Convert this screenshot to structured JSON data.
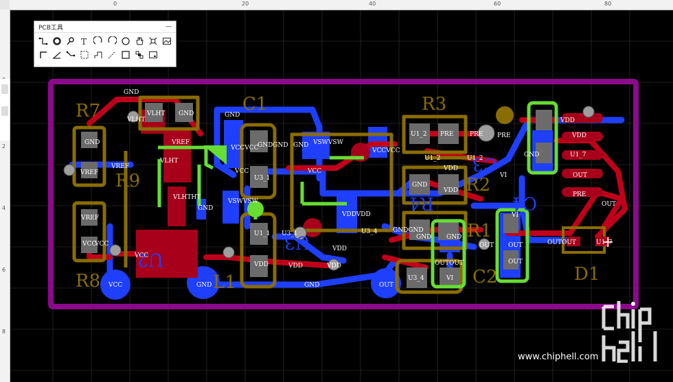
{
  "toolbox": {
    "title": "PCB工具",
    "close": "—",
    "tools": [
      "wire",
      "pad",
      "probe",
      "text",
      "arc",
      "arc-ccw",
      "circle",
      "pan",
      "measure",
      "image",
      "corner",
      "angle",
      "route",
      "dashed-rect",
      "step",
      "dimension",
      "rect",
      "multiselect",
      "board"
    ]
  },
  "ruler": {
    "top_labels": [
      "0",
      "20",
      "40",
      "60",
      "80"
    ],
    "left_labels": [
      "0",
      "2",
      "4",
      "6",
      "8"
    ]
  },
  "designators": {
    "r7": "R7",
    "r8": "R8",
    "r9": "R9",
    "r3": "R3",
    "r2": "R2",
    "r4": "R4",
    "r1": "R1",
    "c1": "C1",
    "c2": "C2",
    "c3": "C3",
    "c4": "C4",
    "u2": "U2",
    "u3": "U3",
    "l1": "L1",
    "d1": "D1"
  },
  "nets": {
    "gnd": "GND",
    "vcc": "VCC",
    "vdd": "VDD",
    "vref": "VREF",
    "vlht": "VLHT",
    "vsw": "VSW",
    "out": "OUT",
    "pre": "PRE",
    "vi": "VI",
    "u1_2": "U1_2",
    "u1_7": "U1_7",
    "u3_1": "U3_1",
    "u3_4": "U3_4",
    "u1_1": "U1_1",
    "vlhtht": "VLHTHT",
    "vccvcc": "VCCVCC",
    "vddvdd": "VDDVDD",
    "vswvsw": "VSWVSW",
    "outout": "OUTOUT",
    "gndgnd": "GNDGND",
    "prepre": "PRE",
    "vi2": "VI"
  },
  "watermark": {
    "brand": "chip hell",
    "url": "www.chiphell.com"
  },
  "colors": {
    "board_outline": "#8b0a8b",
    "top_copper": "#c0001a",
    "bottom_copper": "#1f3fff",
    "silk": "#8a6d00",
    "select": "#66dd33",
    "pad": "#6b6b6b",
    "via": "#9e9e9e"
  }
}
